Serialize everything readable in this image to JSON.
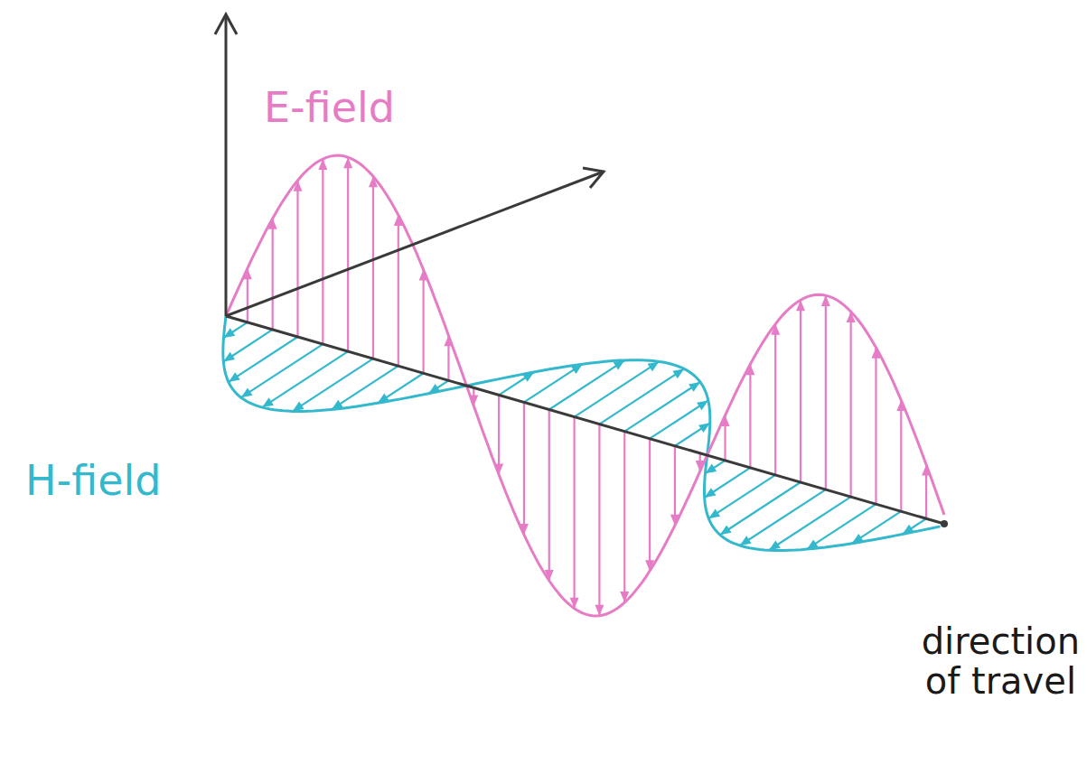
{
  "diagram": {
    "labels": [
      "E-field",
      "H-field",
      "direction of travel"
    ]
  }
}
